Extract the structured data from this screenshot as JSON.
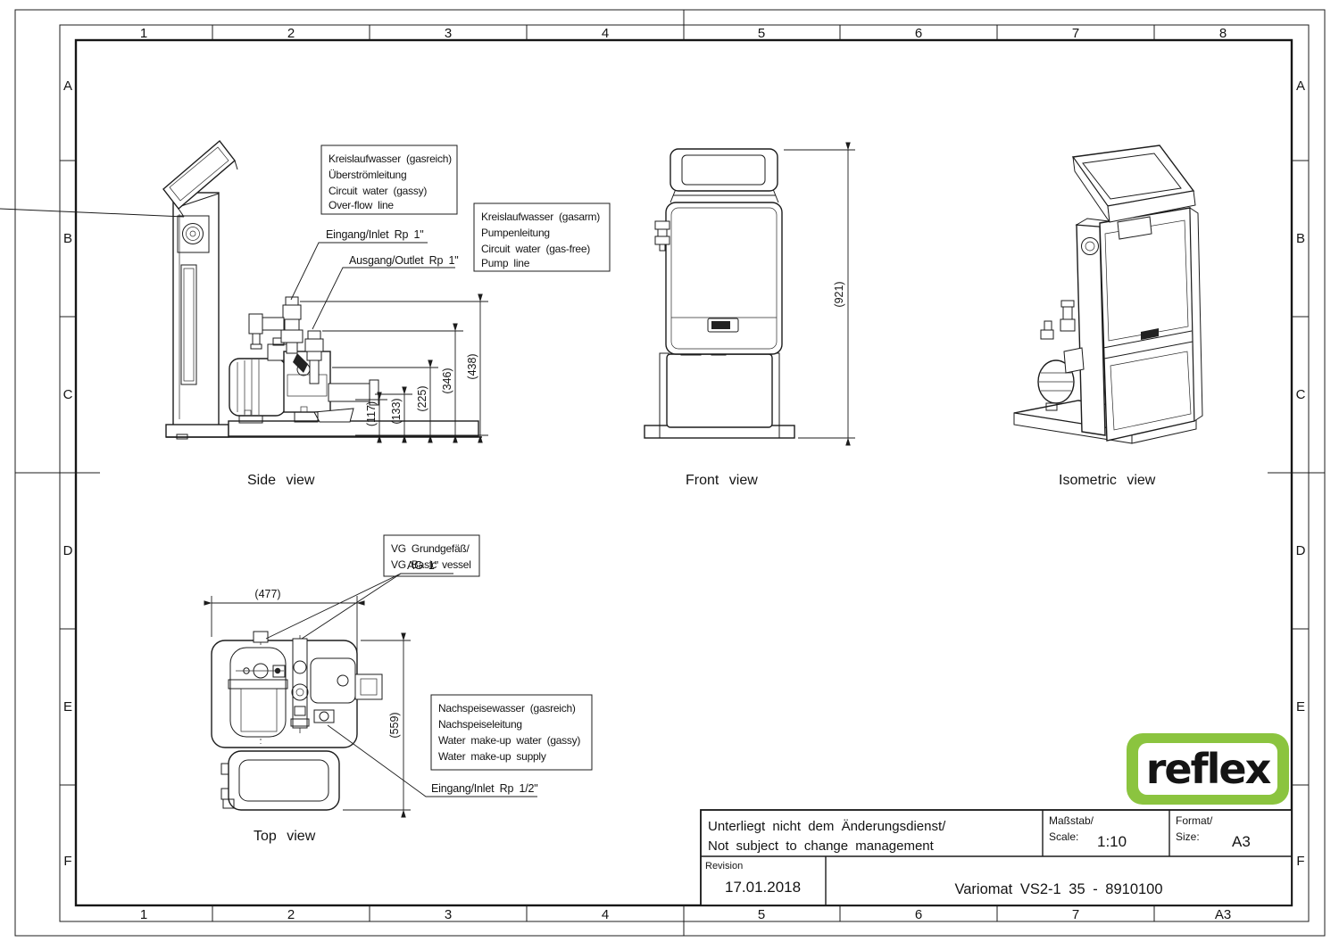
{
  "sheet": {
    "grid": {
      "top": [
        "1",
        "2",
        "3",
        "4",
        "5",
        "6",
        "7",
        "8"
      ],
      "bottom": [
        "1",
        "2",
        "3",
        "4",
        "5",
        "6",
        "7",
        "A3"
      ],
      "left": [
        "A",
        "B",
        "C",
        "D",
        "E",
        "F"
      ],
      "right": [
        "A",
        "B",
        "C",
        "D",
        "E",
        "F"
      ]
    },
    "side_view": {
      "label": "Side view",
      "dim_117": "(117)",
      "dim_133": "(133)",
      "dim_225": "(225)",
      "dim_346": "(346)",
      "dim_438": "(438)",
      "overflow_box": {
        "l1": "Kreislaufwasser (gasreich)",
        "l2": "Überströmleitung",
        "l3": "Circuit water (gassy)",
        "l4": "Over-flow line"
      },
      "pumpline_box": {
        "l1": "Kreislaufwasser (gasarm)",
        "l2": "Pumpenleitung",
        "l3": "Circuit water (gas-free)",
        "l4": "Pump line"
      },
      "inlet_label": "Eingang/Inlet Rp 1\"",
      "outlet_label": "Ausgang/Outlet Rp 1\""
    },
    "front_view": {
      "label": "Front view",
      "dim_height": "(921)"
    },
    "isometric_view": {
      "label": "Isometric view"
    },
    "top_view": {
      "label": "Top view",
      "dim_width": "(477)",
      "dim_depth": "(559)",
      "ag_label": "AG 1''",
      "vessel_box": {
        "l1": "VG Grundgefäß/",
        "l2": "VG Basic vessel"
      },
      "makeup_box": {
        "l1": "Nachspeisewasser (gasreich)",
        "l2": "Nachspeiseleitung",
        "l3": "Water make-up water (gassy)",
        "l4": "Water make-up supply"
      },
      "inlet_half_label": "Eingang/Inlet Rp 1/2\""
    },
    "logo": {
      "text": "reflex",
      "green": "#8bc43f"
    },
    "title_block": {
      "note_de": "Unterliegt nicht dem Änderungsdienst/",
      "note_en": "Not subject to change management",
      "scale_label_de": "Maßstab/",
      "scale_label_en": "Scale:",
      "scale_value": "1:10",
      "format_label_de": "Format/",
      "format_label_en": "Size:",
      "format_value": "A3",
      "revision_label": "Revision",
      "revision_date": "17.01.2018",
      "drawing_title": "Variomat VS2-1 35 - 8910100"
    }
  }
}
